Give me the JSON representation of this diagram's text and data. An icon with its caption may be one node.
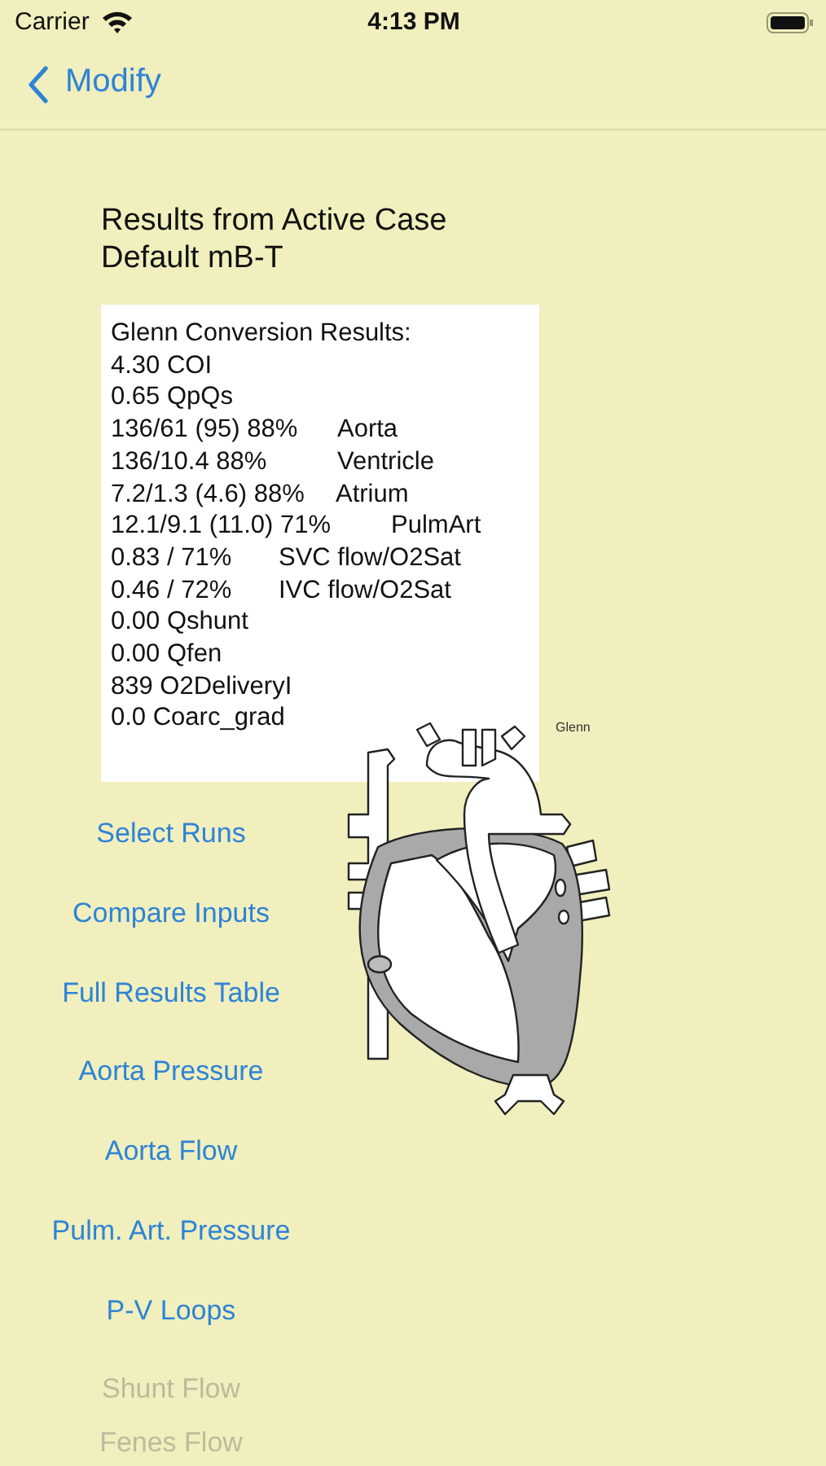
{
  "diagram": {
    "labels": [
      "Carrier",
      "4:13 PM",
      "Modify",
      "Results from Active Case",
      "Default mB-T",
      "Glenn Conversion Results:",
      "4.30 COI",
      "0.65 QpQs",
      "136/61 (95) 88%",
      "Aorta",
      "136/10.4 88%",
      "Ventricle",
      "7.2/1.3 (4.6) 88%",
      "Atrium",
      "12.1/9.1 (11.0) 71%",
      "PulmArt",
      "0.83 / 71%",
      "SVC flow/O2Sat",
      "0.46 / 72%",
      "IVC flow/O2Sat",
      "0.00 Qshunt",
      "0.00 Qfen",
      "839 O2DeliveryI",
      "0.0 Coarc_grad",
      "Glenn",
      "Select Runs",
      "Compare Inputs",
      "Full Results Table",
      "Aorta Pressure",
      "Aorta Flow",
      "Pulm. Art. Pressure",
      "P-V Loops",
      "Shunt Flow",
      "Fenes Flow"
    ]
  }
}
